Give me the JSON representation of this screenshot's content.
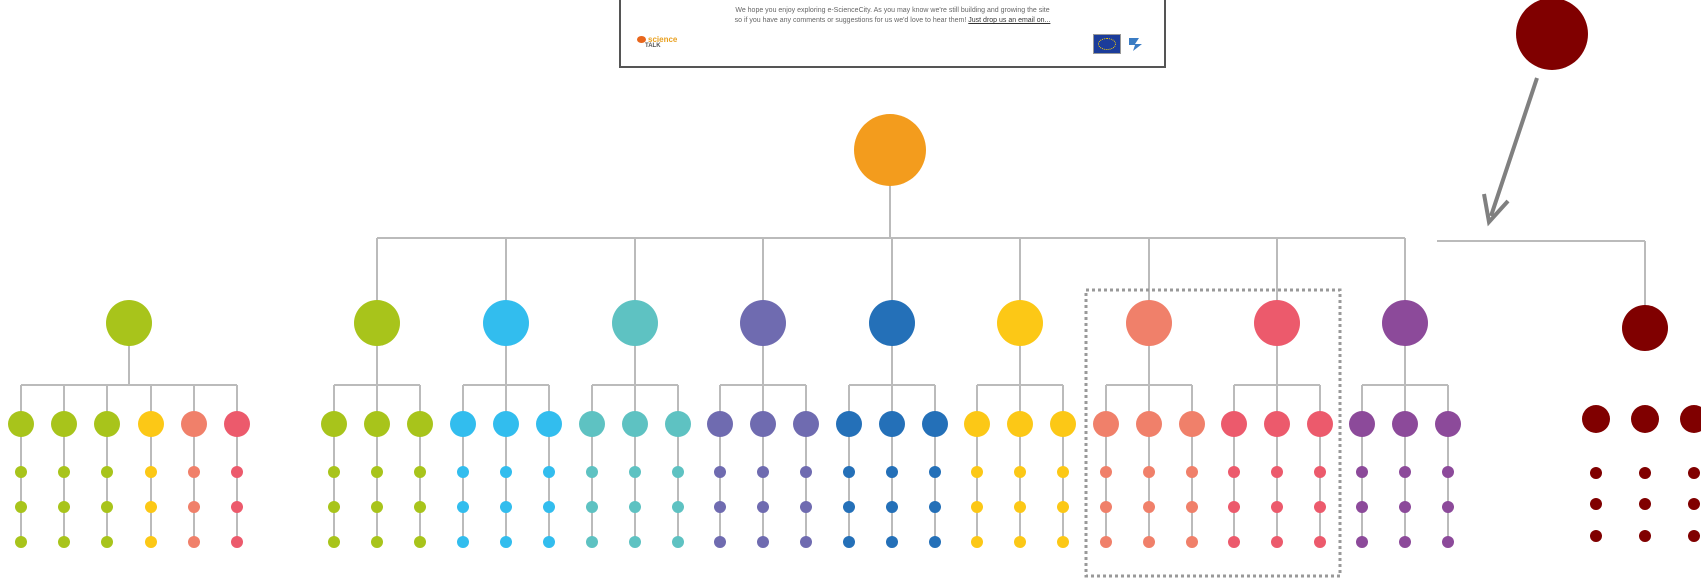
{
  "footer": {
    "line1": "We hope you enjoy exploring e-ScienceCity. As you may know we're still building and growing the site",
    "line2": "so if you have any comments or suggestions for us we'd love to hear them!",
    "email_link": "Just drop us an email on...",
    "logo_science": "science",
    "logo_talk": "TALK"
  },
  "colors": {
    "root": "#f39c1d",
    "lime": "#a8c41b",
    "sky": "#32bdee",
    "teal": "#5ec2c2",
    "lavender": "#6f6bb0",
    "blue": "#2470b8",
    "yellow": "#fcc816",
    "salmon": "#f0806a",
    "coral": "#ec5a6c",
    "purple": "#8c4a9a",
    "maroon": "#800000",
    "line": "#bbbbbb",
    "arrow": "#808080",
    "highlight_box": "#999999"
  },
  "tree": {
    "root_color": "root",
    "branches": [
      {
        "color": "lime",
        "children": [
          "lime",
          "lime",
          "lime"
        ]
      },
      {
        "color": "sky",
        "children": [
          "sky",
          "sky",
          "sky"
        ]
      },
      {
        "color": "teal",
        "children": [
          "teal",
          "teal",
          "teal"
        ]
      },
      {
        "color": "lavender",
        "children": [
          "lavender",
          "lavender",
          "lavender"
        ]
      },
      {
        "color": "blue",
        "children": [
          "blue",
          "blue",
          "blue"
        ]
      },
      {
        "color": "yellow",
        "children": [
          "yellow",
          "yellow",
          "yellow"
        ]
      },
      {
        "color": "salmon",
        "children": [
          "salmon",
          "salmon",
          "salmon"
        ]
      },
      {
        "color": "coral",
        "children": [
          "coral",
          "coral",
          "coral"
        ]
      },
      {
        "color": "purple",
        "children": [
          "purple",
          "purple",
          "purple"
        ]
      }
    ],
    "highlighted_branches": [
      6,
      7
    ],
    "leaf_rows": 3
  },
  "left_tree": {
    "color": "lime",
    "children": [
      "lime",
      "lime",
      "lime",
      "yellow",
      "salmon",
      "coral"
    ],
    "leaf_rows": 3
  },
  "right_tree": {
    "color": "maroon",
    "children": [
      "maroon",
      "maroon",
      "maroon"
    ],
    "leaf_rows": 3
  }
}
